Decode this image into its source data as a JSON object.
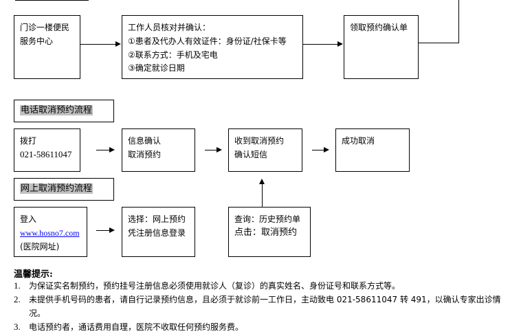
{
  "flow_top": {
    "box1": [
      "门诊一楼便民",
      "服务中心"
    ],
    "box2": [
      "工作人员核对并确认：",
      "①患者及代办人有效证件：身份证/社保卡等",
      "②联系方式：手机及宅电",
      "③确定就诊日期"
    ],
    "box3": [
      "领取预约确认单"
    ]
  },
  "phone_cancel": {
    "title": "电话取消预约流程",
    "step1": [
      "拨打",
      "021-58611047"
    ],
    "step2": [
      "信息确认",
      "取消预约"
    ],
    "step3": [
      "收到取消预约",
      "确认短信"
    ],
    "step4": [
      "成功取消"
    ]
  },
  "online_cancel": {
    "title": "网上取消预约流程",
    "step1_line1": "登入",
    "step1_link": "www.hosno7.com",
    "step1_line3": "(医院网址)",
    "step2": [
      "选择：网上预约",
      "凭注册信息登录"
    ],
    "step3": [
      "查询：历史预约单",
      "点击：取消预约"
    ]
  },
  "tips": {
    "title": "温馨提示:",
    "items": [
      {
        "num": "1.",
        "text": "为保证实名制预约，预约挂号注册信息必须使用就诊人（复诊）的真实姓名、身份证号和联系方式等。"
      },
      {
        "num": "2.",
        "text": "未提供手机号码的患者，请自行记录预约信息，且必须于就诊前一工作日，主动致电 021-58611047 转 491，以确认专家出诊情况。"
      },
      {
        "num": "3.",
        "text": "电话预约者，通话费用自理，医院不收取任何预约服务费。"
      }
    ]
  }
}
